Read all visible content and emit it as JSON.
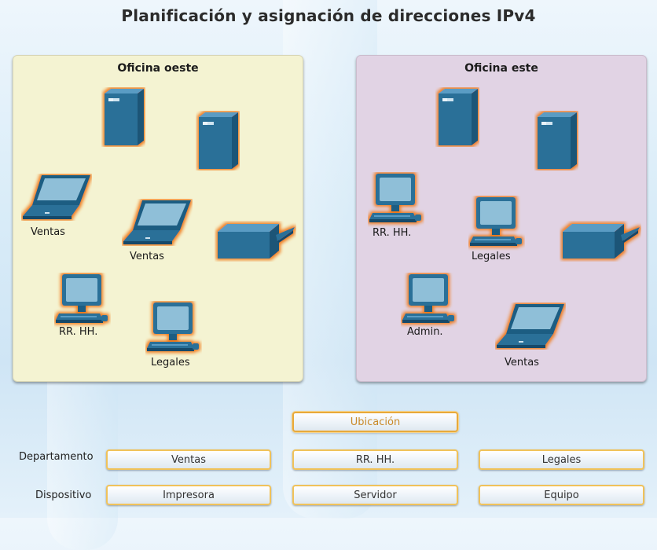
{
  "title": "Planificación y asignación de direcciones IPv4",
  "west": {
    "title": "Oficina oeste",
    "labels": {
      "laptop1": "Ventas",
      "laptop2": "Ventas",
      "pc1": "RR. HH.",
      "pc2": "Legales"
    }
  },
  "east": {
    "title": "Oficina este",
    "labels": {
      "pc1": "RR. HH.",
      "pc2": "Legales",
      "pc3": "Admin.",
      "laptop1": "Ventas"
    }
  },
  "controls": {
    "location_button": "Ubicación",
    "department_label": "Departamento",
    "device_label": "Dispositivo",
    "department_buttons": [
      "Ventas",
      "RR. HH.",
      "Legales"
    ],
    "device_buttons": [
      "Impresora",
      "Servidor",
      "Equipo"
    ]
  },
  "colors": {
    "device": "#2a6f98",
    "glow": "#f07a1a",
    "west_bg": "#f4f3d2",
    "east_bg": "#e1d3e4",
    "button_border": "#f0c25a"
  },
  "icons": [
    "server-icon",
    "laptop-icon",
    "desktop-icon",
    "printer-icon"
  ]
}
